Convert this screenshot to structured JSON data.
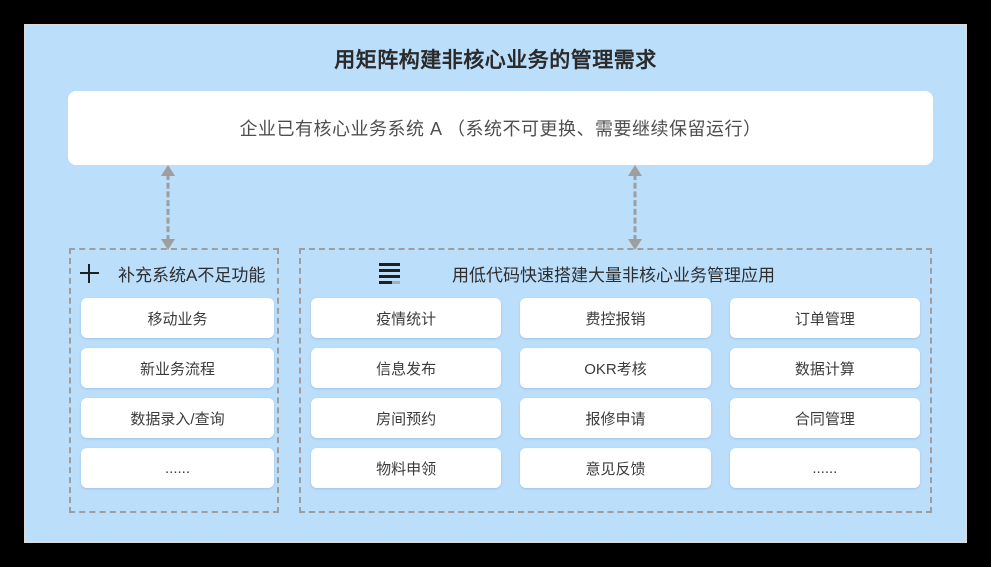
{
  "title": "用矩阵构建非核心业务的管理需求",
  "banner": {
    "text": "企业已有核心业务系统 A （系统不可更换、需要继续保留运行）"
  },
  "left_panel": {
    "icon": "plus-icon",
    "header": "补充系统A不足功能",
    "items": [
      "移动业务",
      "新业务流程",
      "数据录入/查询",
      "......"
    ]
  },
  "right_panel": {
    "icon": "list-icon",
    "header": "用低代码快速搭建大量非核心业务管理应用",
    "items": [
      "疫情统计",
      "费控报销",
      "订单管理",
      "信息发布",
      "OKR考核",
      "数据计算",
      "房间预约",
      "报修申请",
      "合同管理",
      "物料申领",
      "意见反馈",
      "......"
    ]
  },
  "colors": {
    "background": "#BBDEFB",
    "frame": "#000000",
    "panel_edge": "#DADADA",
    "card": "#FFFFFF",
    "dashed_border": "#9E9E9E",
    "arrow": "#9E9E9E",
    "title_text": "#2A2A2A",
    "banner_text": "#4F4F4F",
    "item_text": "#3B3B3B"
  }
}
